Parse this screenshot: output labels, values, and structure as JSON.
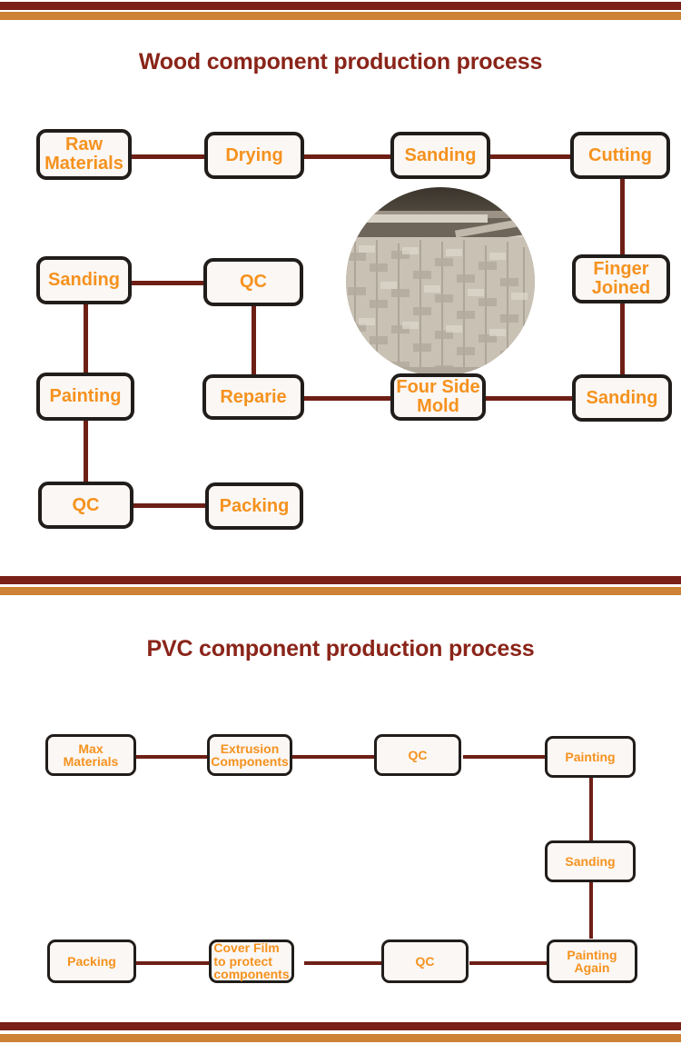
{
  "theme": {
    "bar_maroon": "#7a2018",
    "bar_orange": "#ce8235",
    "title_color": "#8a2419",
    "node_text_color": "#f5921e",
    "node_border_color": "#211d1b",
    "node_fill_color": "#fbf7f5",
    "connector_color": "#6e1f15"
  },
  "sections": [
    {
      "id": "wood",
      "title": "Wood component production process",
      "image_caption": "stacked wood components photo",
      "nodes": [
        {
          "id": "wood-raw-materials",
          "label": "Raw\nMaterials"
        },
        {
          "id": "wood-drying",
          "label": "Drying"
        },
        {
          "id": "wood-sanding-1",
          "label": "Sanding"
        },
        {
          "id": "wood-cutting",
          "label": "Cutting"
        },
        {
          "id": "wood-finger-joined",
          "label": "Finger\nJoined"
        },
        {
          "id": "wood-sanding-2",
          "label": "Sanding"
        },
        {
          "id": "wood-four-side-mold",
          "label": "Four Side\nMold"
        },
        {
          "id": "wood-reparie",
          "label": "Reparie"
        },
        {
          "id": "wood-qc-1",
          "label": "QC"
        },
        {
          "id": "wood-sanding-3",
          "label": "Sanding"
        },
        {
          "id": "wood-painting",
          "label": "Painting"
        },
        {
          "id": "wood-qc-2",
          "label": "QC"
        },
        {
          "id": "wood-packing",
          "label": "Packing"
        }
      ]
    },
    {
      "id": "pvc",
      "title": "PVC component production process",
      "nodes": [
        {
          "id": "pvc-max-materials",
          "label": "Max\nMaterials"
        },
        {
          "id": "pvc-extrusion-components",
          "label": "Extrusion\nComponents"
        },
        {
          "id": "pvc-qc-1",
          "label": "QC"
        },
        {
          "id": "pvc-painting",
          "label": "Painting"
        },
        {
          "id": "pvc-sanding",
          "label": "Sanding"
        },
        {
          "id": "pvc-painting-again",
          "label": "Painting\nAgain"
        },
        {
          "id": "pvc-qc-2",
          "label": "QC"
        },
        {
          "id": "pvc-cover-film",
          "label": "Cover Film\nto protect\ncomponents"
        },
        {
          "id": "pvc-packing",
          "label": "Packing"
        }
      ]
    }
  ]
}
